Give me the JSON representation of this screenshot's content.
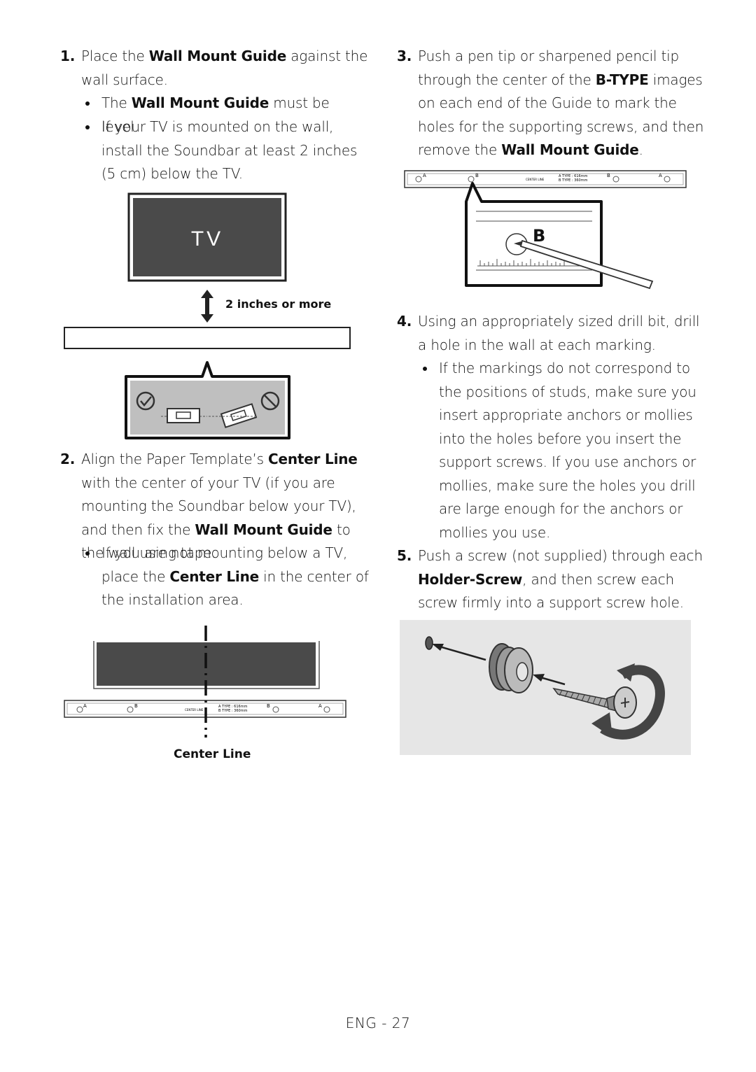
{
  "steps": {
    "s1": {
      "num": "1.",
      "pre": "Place the ",
      "bold": "Wall Mount Guide",
      "post": " against the wall surface."
    },
    "s1_b1": {
      "pre": "The ",
      "bold": "Wall Mount Guide",
      "post": " must be level."
    },
    "s1_b2": {
      "text": "If your TV is mounted on the wall, install the Soundbar at least 2 inches (5 cm) below the TV."
    },
    "s2": {
      "num": "2.",
      "pre": "Align the Paper Template’s ",
      "bold1": "Center Line",
      "mid": " with the center of your TV (if you are mounting the Soundbar below your TV), and then fix the ",
      "bold2": "Wall Mount Guide",
      "post": " to the wall using tape."
    },
    "s2_b1": {
      "pre": "If you are not mounting below a TV, place the ",
      "bold": "Center Line",
      "post": " in the center of the installation area."
    },
    "s3": {
      "num": "3.",
      "pre": "Push a pen tip or sharpened pencil tip through the center of the ",
      "bold1": "B-TYPE",
      "mid": " images on each end of the Guide to mark the holes for the supporting screws, and then remove the ",
      "bold2": "Wall Mount Guide",
      "post": "."
    },
    "s4": {
      "num": "4.",
      "text": "Using an appropriately sized drill bit, drill a hole in the wall at each marking."
    },
    "s4_b1": {
      "text": "If the markings do not correspond to the positions of studs, make sure you insert appropriate anchors or mollies into the holes before you insert the support screws. If you use anchors or mollies, make sure the holes you drill are large enough for the anchors or mollies you use."
    },
    "s5": {
      "num": "5.",
      "pre": "Push a screw (not supplied) through each ",
      "bold": "Holder-Screw",
      "post": ", and then screw each screw firmly into a support screw hole."
    }
  },
  "figures": {
    "tv_label": "TV",
    "gap_label": "2 inches or more",
    "center_line_caption": "Center Line",
    "guide_a": "A",
    "guide_b": "B",
    "guide_center": "CENTER LINE",
    "guide_a_type": "A TYPE : 616mm",
    "guide_b_type": "B TYPE : 360mm",
    "zoom_b": "B"
  },
  "footer": {
    "page": "ENG - 27"
  }
}
